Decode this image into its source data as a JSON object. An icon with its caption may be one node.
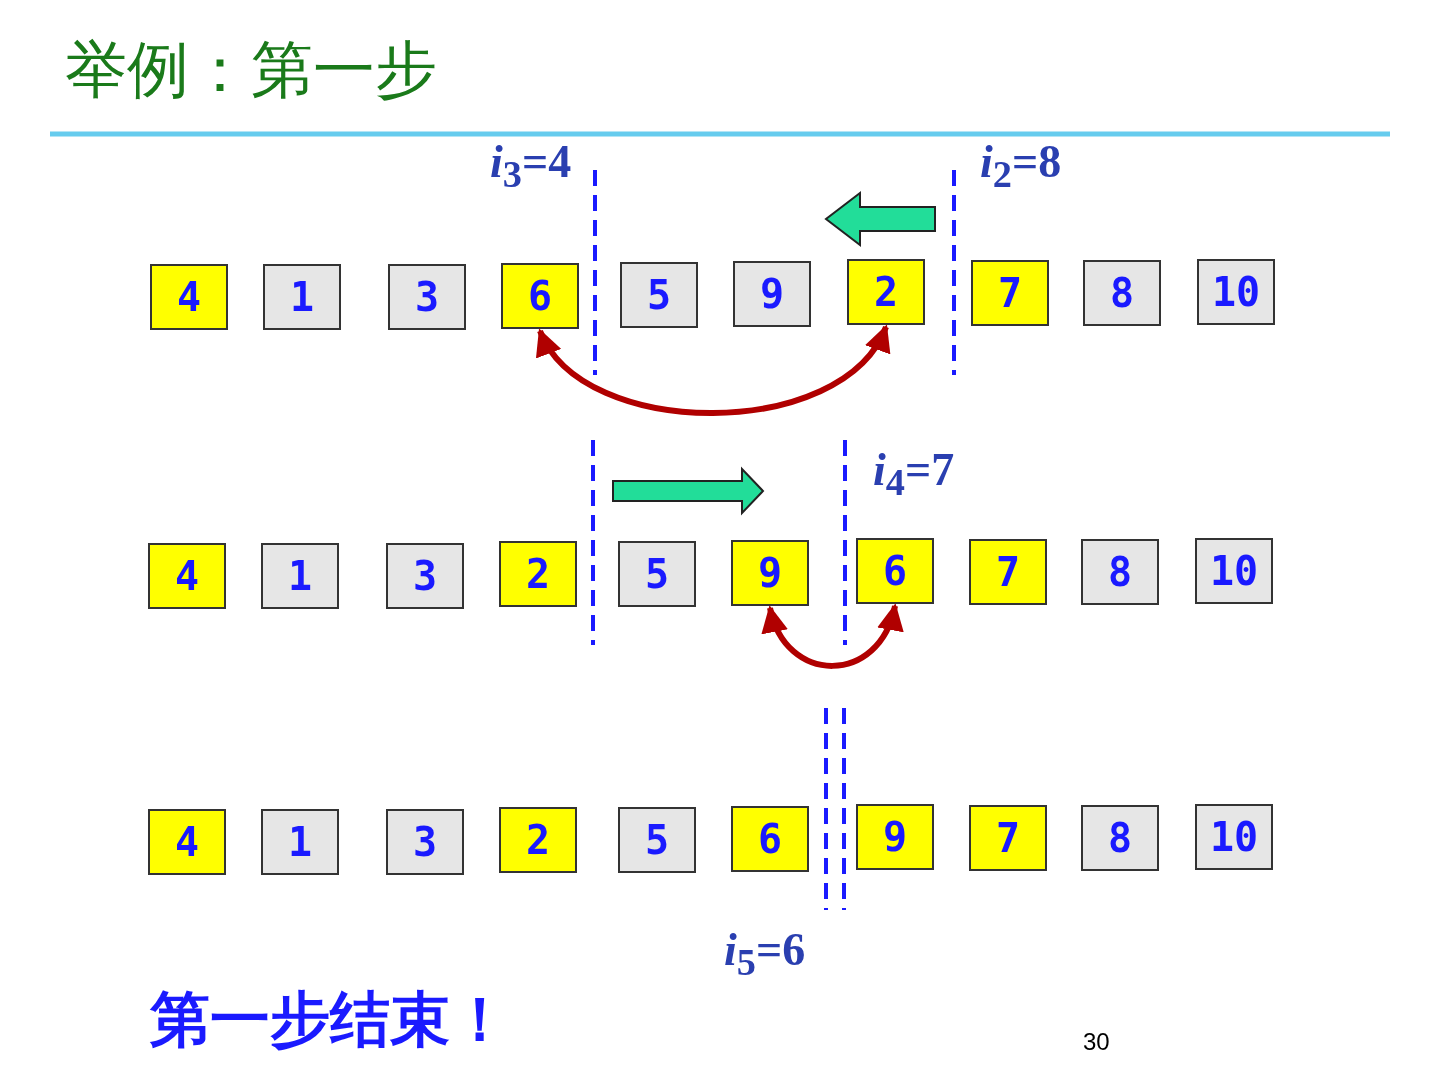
{
  "diagram": {
    "title": "举例：第一步",
    "nodes": [
      {
        "text": [
          "4"
        ]
      },
      {
        "text": [
          "1"
        ]
      },
      {
        "text": [
          "3"
        ]
      },
      {
        "text": [
          "6"
        ]
      },
      {
        "text": [
          "5"
        ]
      },
      {
        "text": [
          "9"
        ]
      },
      {
        "text": [
          "2"
        ]
      },
      {
        "text": [
          "7"
        ]
      },
      {
        "text": [
          "8"
        ]
      },
      {
        "text": [
          "10"
        ]
      },
      {
        "text": [
          "4"
        ]
      },
      {
        "text": [
          "1"
        ]
      },
      {
        "text": [
          "3"
        ]
      },
      {
        "text": [
          "2"
        ]
      },
      {
        "text": [
          "5"
        ]
      },
      {
        "text": [
          "9"
        ]
      },
      {
        "text": [
          "6"
        ]
      },
      {
        "text": [
          "7"
        ]
      },
      {
        "text": [
          "8"
        ]
      },
      {
        "text": [
          "10"
        ]
      },
      {
        "text": [
          "4"
        ]
      },
      {
        "text": [
          "1"
        ]
      },
      {
        "text": [
          "3"
        ]
      },
      {
        "text": [
          "2"
        ]
      },
      {
        "text": [
          "5"
        ]
      },
      {
        "text": [
          "6"
        ]
      },
      {
        "text": [
          "9"
        ]
      },
      {
        "text": [
          "7"
        ]
      },
      {
        "text": [
          "8"
        ]
      },
      {
        "text": [
          "10"
        ]
      }
    ],
    "edges": [
      {
        "from": 3,
        "to": 6,
        "arrow": "both"
      },
      {
        "from": 15,
        "to": 16,
        "arrow": "both"
      }
    ],
    "labels": [
      "*i*$_{3}$=4",
      "*i*$_{2}$=8",
      "*i*$_{4}$=7",
      "*i*$_{5}$=6",
      "第一步结束！",
      "30"
    ]
  }
}
